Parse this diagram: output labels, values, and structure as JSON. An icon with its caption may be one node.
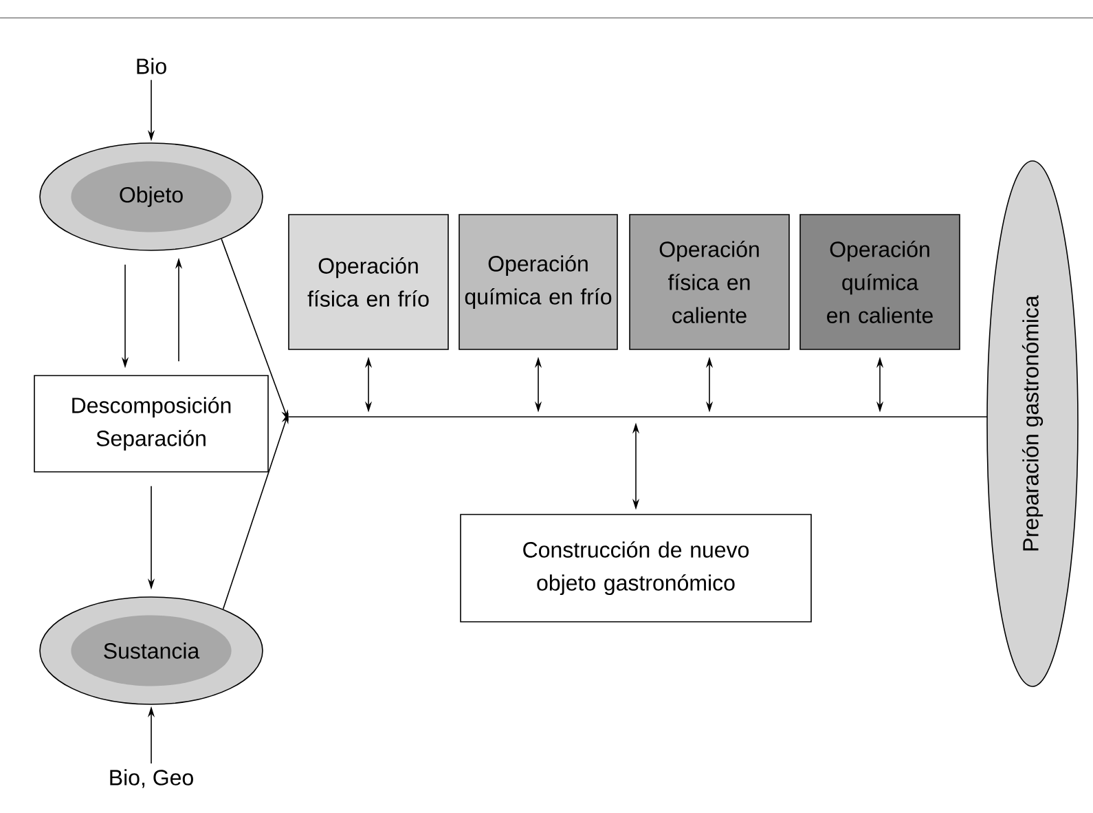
{
  "diagram": {
    "nodes": [
      {
        "text": [
          "Bio"
        ]
      },
      {
        "text": [
          "Objeto"
        ]
      },
      {
        "text": [
          "Descomposición Separación"
        ]
      },
      {
        "text": [
          "Sustancia"
        ]
      },
      {
        "text": [
          "Bio, Geo"
        ]
      },
      {
        "text": [
          "Operación física en frío"
        ]
      },
      {
        "text": [
          "Operación química en frío"
        ]
      },
      {
        "text": [
          "Operación física en caliente"
        ]
      },
      {
        "text": [
          "Operación química en caliente"
        ]
      },
      {
        "text": [],
        "shape": "line"
      },
      {
        "text": [
          "Construcción de nuevo objeto gastronómico"
        ]
      },
      {
        "text": [
          "Preparación gastronómica"
        ]
      }
    ],
    "edges": [
      {
        "from": 0,
        "to": 1,
        "arrow": "to"
      },
      {
        "from": 1,
        "to": 2,
        "arrow": "to"
      },
      {
        "from": 2,
        "to": 1,
        "arrow": "to"
      },
      {
        "from": 2,
        "to": 3,
        "arrow": "to"
      },
      {
        "from": 4,
        "to": 3,
        "arrow": "to"
      },
      {
        "from": 1,
        "to": 9,
        "arrow": "to"
      },
      {
        "from": 3,
        "to": 9,
        "arrow": "to"
      },
      {
        "from": 5,
        "to": 9,
        "arrow": "both"
      },
      {
        "from": 6,
        "to": 9,
        "arrow": "both"
      },
      {
        "from": 7,
        "to": 9,
        "arrow": "both"
      },
      {
        "from": 8,
        "to": 9,
        "arrow": "both"
      },
      {
        "from": 9,
        "to": 10,
        "arrow": "both"
      }
    ]
  }
}
